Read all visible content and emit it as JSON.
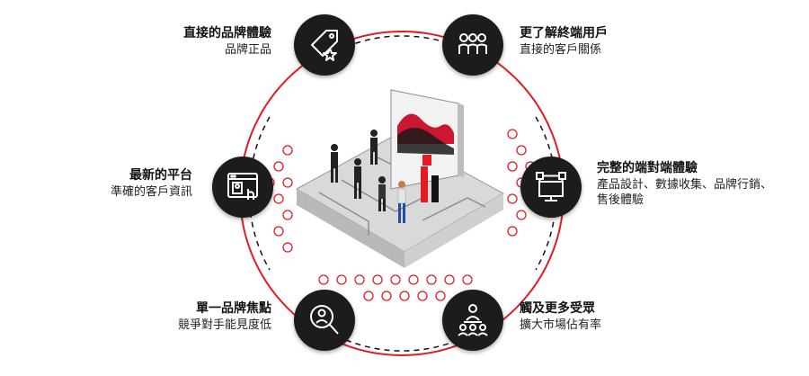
{
  "accent_color": "#e11c24",
  "bubble_color": "#1c1c1c",
  "items": [
    {
      "id": "brand",
      "icon": "tag-star-icon",
      "title": "直接的品牌體驗",
      "subtitle": "品牌正品"
    },
    {
      "id": "customer",
      "icon": "people-group-icon",
      "title": "更了解終端用戶",
      "subtitle": "直接的客戶關係"
    },
    {
      "id": "platform",
      "icon": "web-profile-icon",
      "title": "最新的平台",
      "subtitle": "準確的客戶資訊"
    },
    {
      "id": "e2e",
      "icon": "network-monitor-icon",
      "title": "完整的端對端體驗",
      "subtitle": "產品設計、數據收集、品牌行銷、售後體驗"
    },
    {
      "id": "focus",
      "icon": "magnifier-person-icon",
      "title": "單一品牌焦點",
      "subtitle": "競爭對手能見度低"
    },
    {
      "id": "reach",
      "icon": "presenter-audience-icon",
      "title": "觸及更多受眾",
      "subtitle": "擴大市場佔有率"
    }
  ]
}
